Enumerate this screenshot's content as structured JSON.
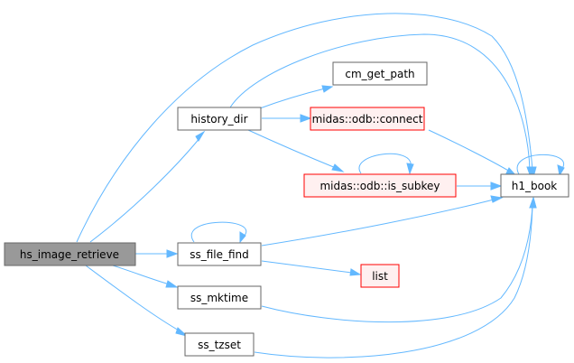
{
  "colors": {
    "edge": "#63b8ff",
    "focus_fill": "#999999",
    "focus_border": "#666666",
    "node_fill": "#ffffff",
    "node_border": "#666666",
    "truncated_fill": "#fff0f0",
    "truncated_border": "#ff0000"
  },
  "nodes": {
    "hs_image_retrieve": "hs_image_retrieve",
    "history_dir": "history_dir",
    "cm_get_path": "cm_get_path",
    "midas_odb_connect": "midas::odb::connect",
    "midas_odb_is_subkey": "midas::odb::is_subkey",
    "h1_book": "h1_book",
    "ss_file_find": "ss_file_find",
    "list": "list",
    "ss_mktime": "ss_mktime",
    "ss_tzset": "ss_tzset"
  }
}
